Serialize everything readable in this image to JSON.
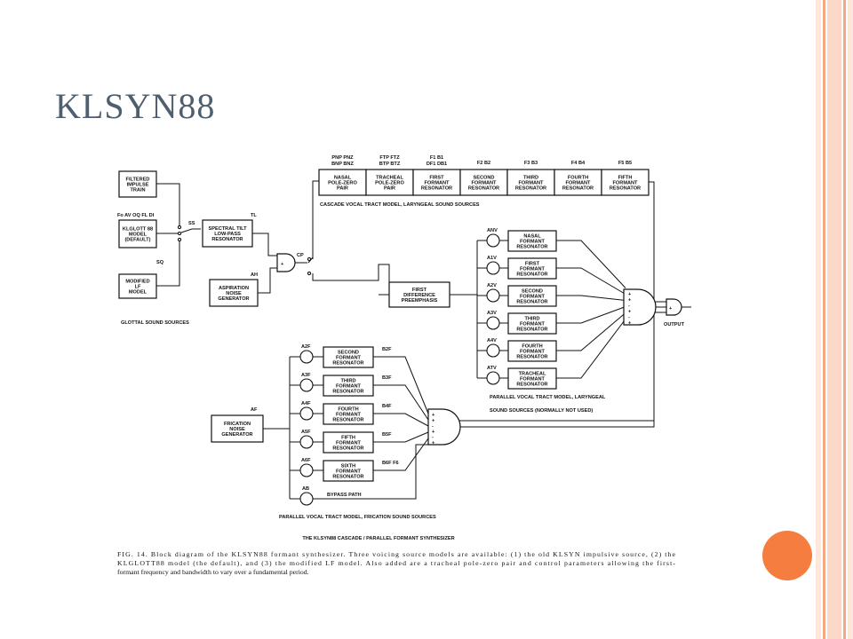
{
  "slide": {
    "title": "KLSYN88"
  },
  "diagram": {
    "source_boxes": {
      "impulse": [
        "FILTERED",
        "IMPULSE",
        "TRAIN"
      ],
      "klglott": [
        "KLGLOTT 88",
        "MODEL",
        "(DEFAULT)"
      ],
      "lf": [
        "MODIFIED",
        "LF",
        "MODEL"
      ]
    },
    "labels": {
      "fo_params": "Fo  AV  OQ  FL  DI",
      "ss": "SS",
      "sq": "SQ",
      "tl": "TL",
      "ah": "AH",
      "cp": "CP",
      "glottal": "GLOTTAL SOUND SOURCES",
      "cascade": "CASCADE VOCAL TRACT MODEL, LARYNGEAL SOUND SOURCES",
      "parallel_laryngeal_1": "PARALLEL VOCAL TRACT MODEL, LARYNGEAL",
      "parallel_laryngeal_2": "SOUND SOURCES    (NORMALLY NOT USED)",
      "output": "OUTPUT",
      "af": "AF",
      "bypass": "BYPASS PATH",
      "parallel_frication": "PARALLEL VOCAL TRACT MODEL, FRICATION SOUND SOURCES",
      "synth_title": "THE KLSYN88 CASCADE / PARALLEL FORMANT SYNTHESIZER"
    },
    "spectral_tilt": [
      "SPECTRAL TILT",
      "LOW-PASS",
      "RESONATOR"
    ],
    "aspiration": [
      "ASPIRATION",
      "NOISE",
      "GENERATOR"
    ],
    "first_difference": [
      "FIRST",
      "DIFFERENCE",
      "PREEMPHASIS"
    ],
    "frication": [
      "FRICATION",
      "NOISE",
      "GENERATOR"
    ],
    "cascade_params": [
      [
        "PNP  PNZ",
        "BNP  BNZ"
      ],
      [
        "FTP  FTZ",
        "BTP  BTZ"
      ],
      [
        "F1    B1",
        "DF1  DB1"
      ],
      [
        "F2  B2"
      ],
      [
        "F3  B3"
      ],
      [
        "F4  B4"
      ],
      [
        "F5  B5"
      ]
    ],
    "cascade_boxes": [
      [
        "NASAL",
        "POLE-ZERO",
        "PAIR"
      ],
      [
        "TRACHEAL",
        "POLE-ZERO",
        "PAIR"
      ],
      [
        "FIRST",
        "FORMANT",
        "RESONATOR"
      ],
      [
        "SECOND",
        "FORMANT",
        "RESONATOR"
      ],
      [
        "THIRD",
        "FORMANT",
        "RESONATOR"
      ],
      [
        "FOURTH",
        "FORMANT",
        "RESONATOR"
      ],
      [
        "FIFTH",
        "FORMANT",
        "RESONATOR"
      ]
    ],
    "parallel_laryngeal": [
      {
        "gain": "ANV",
        "lines": [
          "NASAL",
          "FORMANT",
          "RESONATOR"
        ]
      },
      {
        "gain": "A1V",
        "lines": [
          "FIRST",
          "FORMANT",
          "RESONATOR"
        ]
      },
      {
        "gain": "A2V",
        "lines": [
          "SECOND",
          "FORMANT",
          "RESONATOR"
        ]
      },
      {
        "gain": "A3V",
        "lines": [
          "THIRD",
          "FORMANT",
          "RESONATOR"
        ]
      },
      {
        "gain": "A4V",
        "lines": [
          "FOURTH",
          "FORMANT",
          "RESONATOR"
        ]
      },
      {
        "gain": "ATV",
        "lines": [
          "TRACHEAL",
          "FORMANT",
          "RESONATOR"
        ]
      }
    ],
    "parallel_frication": [
      {
        "gain": "A2F",
        "lines": [
          "SECOND",
          "FORMANT",
          "RESONATOR"
        ],
        "bw": "B2F"
      },
      {
        "gain": "A3F",
        "lines": [
          "THIRD",
          "FORMANT",
          "RESONATOR"
        ],
        "bw": "B3F"
      },
      {
        "gain": "A4F",
        "lines": [
          "FOURTH",
          "FORMANT",
          "RESONATOR"
        ],
        "bw": "B4F"
      },
      {
        "gain": "A5F",
        "lines": [
          "FIFTH",
          "FORMANT",
          "RESONATOR"
        ],
        "bw": "B5F"
      },
      {
        "gain": "A6F",
        "lines": [
          "SIXTH",
          "FORMANT",
          "RESONATOR"
        ],
        "bw": "B6F  F6"
      }
    ],
    "bypass_gain": "AB",
    "caption": [
      "FIG. 14. Block diagram of the KLSYN88 formant synthesizer. Three voicing source models are available: (1) the old KLSYN impulsive source, (2) the",
      "KLGLOTT88 model (the default), and (3) the modified LF model. Also added are a tracheal pole-zero pair and control parameters allowing the first-",
      "formant frequency and bandwidth to vary over a fundamental period."
    ]
  },
  "theme": {
    "accent": "#f47d3f",
    "title_color": "#4f5f6f",
    "stripe_light": "#fbd9c8",
    "stripe_dark": "#f4a983"
  }
}
